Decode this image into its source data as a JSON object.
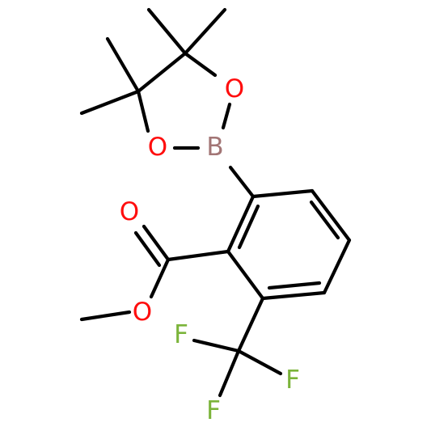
{
  "colors": {
    "bond": "#000000",
    "oxygen": "#ff0d0d",
    "boron": "#a27575",
    "fluorine": "#7bb43a",
    "background": "#ffffff"
  },
  "atoms": {
    "o_ring_right": "O",
    "o_ring_left": "O",
    "boron": "B",
    "o_carbonyl": "O",
    "o_ester": "O",
    "f_1": "F",
    "f_2": "F",
    "f_3": "F"
  }
}
